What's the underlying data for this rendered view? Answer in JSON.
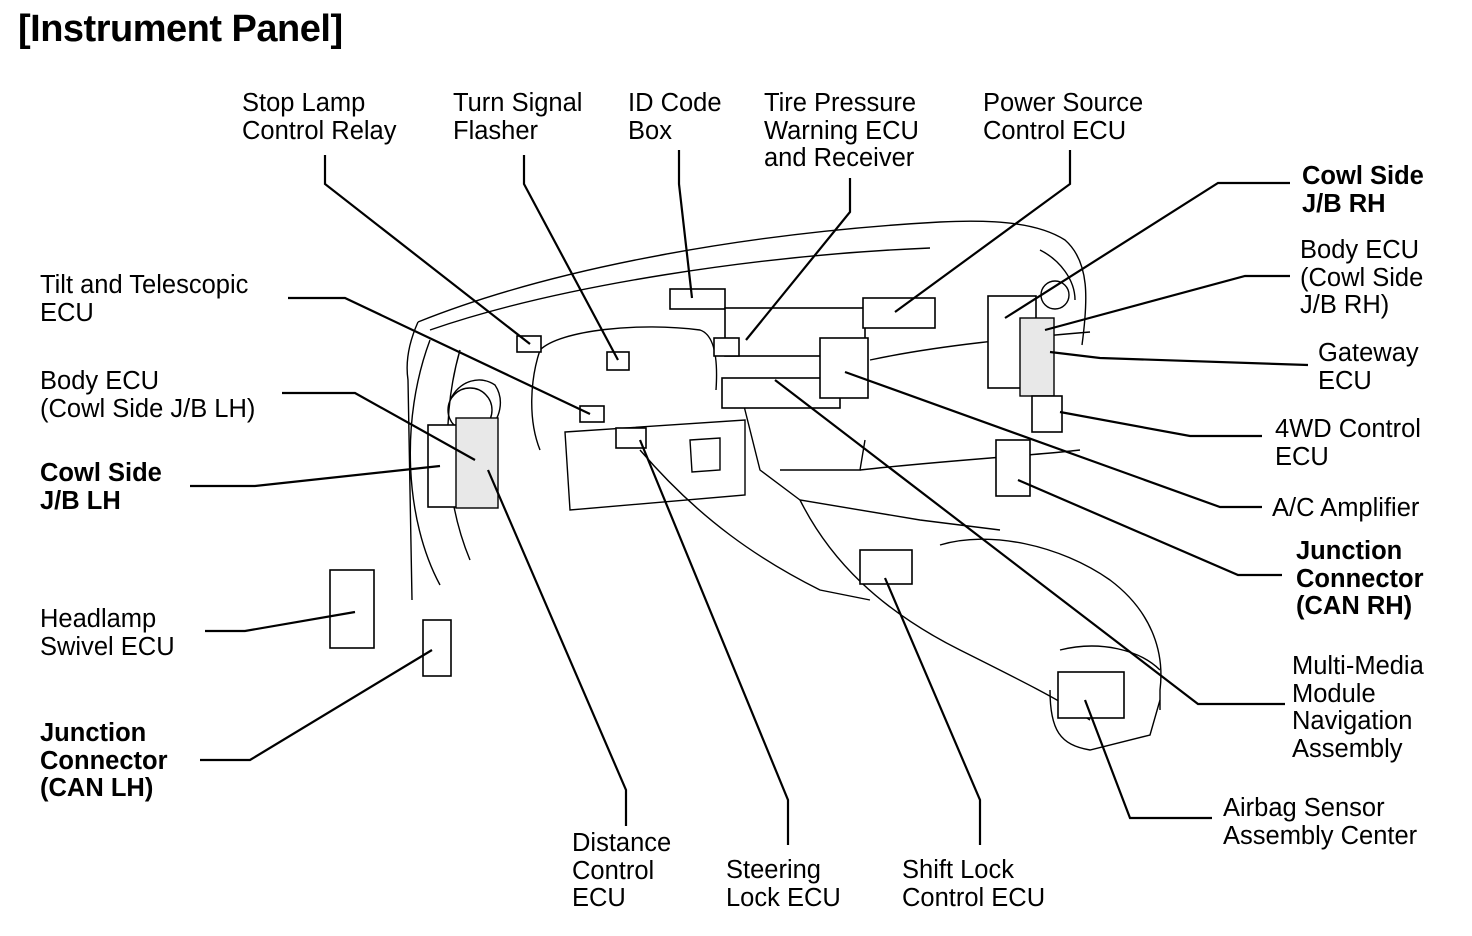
{
  "title": "[Instrument Panel]",
  "labels": {
    "stop_lamp": "Stop Lamp\nControl Relay",
    "turn_signal": "Turn Signal\nFlasher",
    "id_code": "ID Code\nBox",
    "tire_pressure": "Tire Pressure\nWarning ECU\nand Receiver",
    "power_source": "Power Source\nControl ECU",
    "cowl_side_rh": "Cowl Side\nJ/B RH",
    "body_ecu_rh": "Body ECU\n(Cowl Side\nJ/B RH)",
    "gateway": "Gateway\nECU",
    "fourwd": "4WD Control\nECU",
    "ac_amp": "A/C Amplifier",
    "junction_rh": "Junction\nConnector\n(CAN RH)",
    "multimedia": "Multi-Media\nModule\nNavigation\nAssembly",
    "airbag": "Airbag Sensor\nAssembly Center",
    "tilt": "Tilt and Telescopic\nECU",
    "body_ecu_lh": "Body ECU\n(Cowl Side J/B LH)",
    "cowl_side_lh": "Cowl Side\nJ/B LH",
    "headlamp": "Headlamp\nSwivel ECU",
    "junction_lh": "Junction\nConnector\n(CAN LH)",
    "distance": "Distance\nControl\nECU",
    "steering": "Steering\nLock ECU",
    "shift_lock": "Shift Lock\nControl ECU"
  }
}
